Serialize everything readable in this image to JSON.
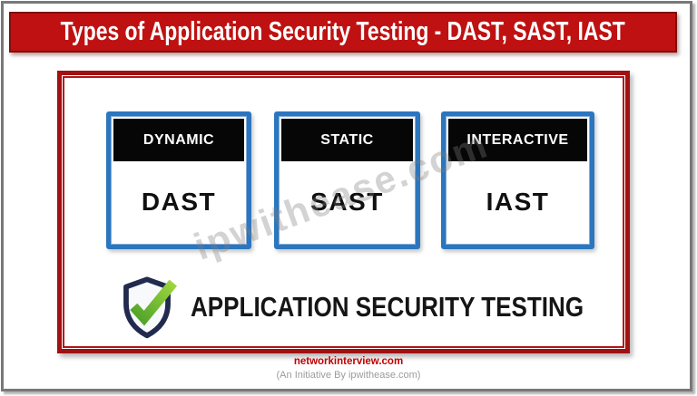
{
  "banner": {
    "title": "Types of Application Security Testing - DAST, SAST, IAST"
  },
  "watermark": {
    "text": "ipwithease.com"
  },
  "cards": [
    {
      "header": "DYNAMIC",
      "label": "DAST"
    },
    {
      "header": "STATIC",
      "label": "SAST"
    },
    {
      "header": "INTERACTIVE",
      "label": "IAST"
    }
  ],
  "caption": {
    "icon": "shield-check-icon",
    "text": "APPLICATION SECURITY TESTING"
  },
  "footer": {
    "site": "networkinterview.com",
    "tagline": "(An Initiative By ipwithease.com)"
  },
  "colors": {
    "banner_red": "#BF1111",
    "banner_border": "#7E100C",
    "frame_red": "#A21112",
    "card_blue": "#2B76BE",
    "card_header_black": "#060606",
    "shield_navy": "#222A4D",
    "check_green_light": "#9ED63E",
    "check_green_dark": "#4FA12A",
    "footer_red": "#C00000",
    "tagline_gray": "#9B9B9B",
    "outer_border_gray": "#787878"
  }
}
